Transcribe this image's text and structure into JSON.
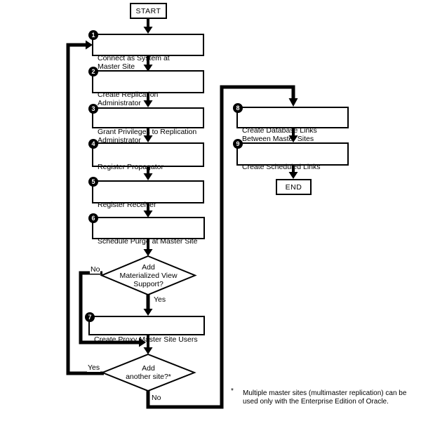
{
  "diagram": {
    "kind": "flowchart",
    "terminals": {
      "start": "START",
      "end": "END"
    },
    "steps": [
      {
        "num": "1",
        "label": "Connect as System at\nMaster Site"
      },
      {
        "num": "2",
        "label": "Create Replication\nAdministrator"
      },
      {
        "num": "3",
        "label": "Grant Privileges to Replication\nAdministrator"
      },
      {
        "num": "4",
        "label": "Register Propagator"
      },
      {
        "num": "5",
        "label": "Register Receiver"
      },
      {
        "num": "6",
        "label": "Schedule Purge at Master Site"
      },
      {
        "num": "7",
        "label": "Create Proxy Master Site Users"
      },
      {
        "num": "8",
        "label": "Create Database Links\nBetween Master Sites"
      },
      {
        "num": "9",
        "label": "Create Scheduled Links"
      }
    ],
    "decisions": [
      {
        "label": "Add\nMaterialized View\nSupport?",
        "yes_label": "Yes",
        "no_label": "No"
      },
      {
        "label": "Add\nanother site?*",
        "yes_label": "Yes",
        "no_label": "No"
      }
    ],
    "footnote": {
      "marker": "*",
      "line1": "Multiple master sites (multimaster replication) can be",
      "line2": "used only with the Enterprise Edition of Oracle."
    },
    "colors": {
      "line": "#000000",
      "fill": "#ffffff",
      "text": "#000000"
    }
  }
}
